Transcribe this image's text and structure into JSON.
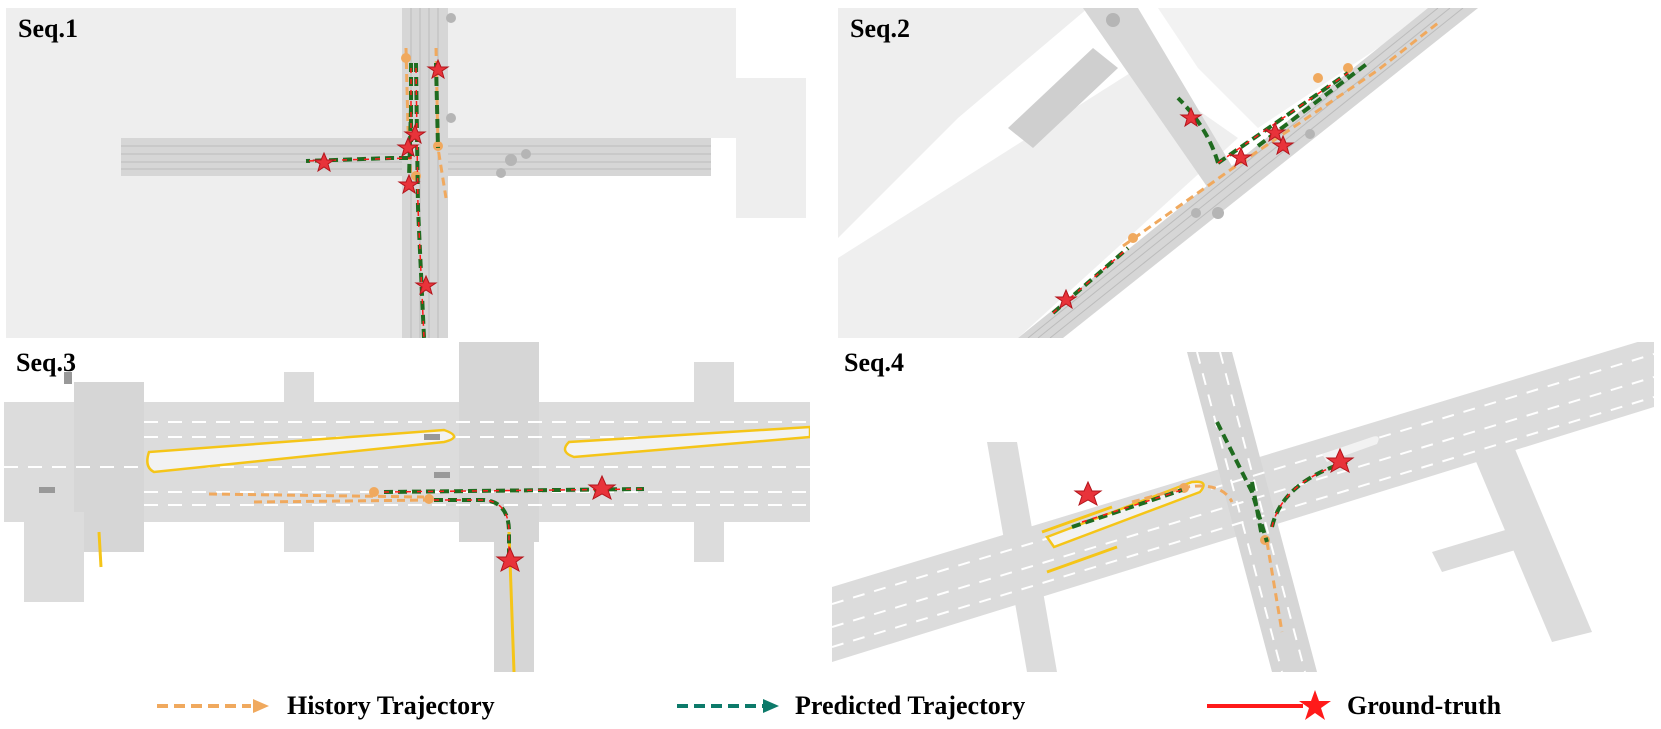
{
  "panels": [
    {
      "label": "Seq.1"
    },
    {
      "label": "Seq.2"
    },
    {
      "label": "Seq.3"
    },
    {
      "label": "Seq.4"
    }
  ],
  "legend": {
    "history": {
      "label": "History Trajectory",
      "color": "#f0a95e"
    },
    "predicted": {
      "label": "Predicted Trajectory",
      "color": "#0d7a6a"
    },
    "ground_truth": {
      "label": "Ground-truth",
      "color": "#ff1a1a"
    }
  },
  "colors": {
    "road": "#d9d9d9",
    "background_area": "#ececec",
    "lane_marking": "#ffffff",
    "median_line": "#f5c518",
    "prediction_dark": "#1f6b1f"
  }
}
